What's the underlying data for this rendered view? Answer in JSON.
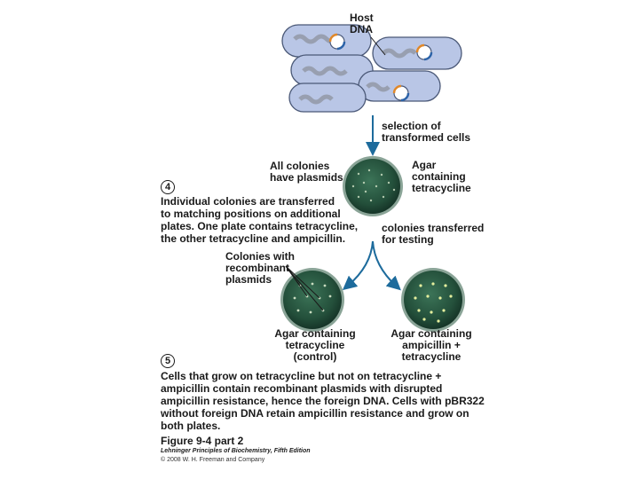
{
  "labels": {
    "host_dna": "Host\nDNA",
    "selection": "selection of\ntransformed cells",
    "all_colonies": "All colonies\nhave plasmids",
    "agar_tetra_top": "Agar\ncontaining\ntetracycline",
    "colonies_transferred": "colonies transferred\nfor testing",
    "recombinant": "Colonies with\nrecombinant\nplasmids",
    "agar_tetra_control": "Agar containing\ntetracycline\n(control)",
    "agar_amp_tetra": "Agar containing\nampicillin +\ntetracycline"
  },
  "steps": [
    {
      "number": "4",
      "text": "Individual colonies are transferred\nto matching positions on additional\nplates. One plate contains tetracycline,\nthe other tetracycline and ampicillin."
    },
    {
      "number": "5",
      "text": "Cells that grow on tetracycline but not on tetracycline +\nampicillin contain recombinant plasmids with disrupted\nampicillin resistance, hence the foreign DNA. Cells with pBR322\nwithout foreign DNA retain ampicillin resistance and grow on\nboth plates."
    }
  ],
  "figure": {
    "title": "Figure 9-4 part 2",
    "book": "Lehninger Principles of Biochemistry, Fifth Edition",
    "copyright": "© 2008 W. H. Freeman and Company"
  },
  "colors": {
    "cell_fill": "#b9c6e6",
    "cell_stroke": "#4a5877",
    "arrow": "#1d6b9c",
    "plate_dark": "#24503b",
    "plate_rim": "#8aa497",
    "plasmid_orange": "#e0882a",
    "plasmid_blue": "#2c63a8"
  }
}
